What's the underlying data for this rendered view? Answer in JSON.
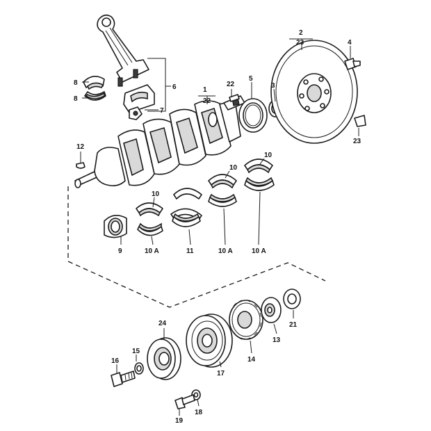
{
  "callouts": {
    "c1": "1",
    "c22a": "22",
    "c22b": "22",
    "c2": "2",
    "c23a": "23",
    "c4": "4",
    "c23b": "23",
    "c3": "3",
    "c5": "5",
    "c6": "6",
    "c7": "7",
    "c8a": "8",
    "c8b": "8",
    "c12": "12",
    "c10a": "10",
    "c10b": "10",
    "c10c": "10",
    "c9": "9",
    "c10A1": "10 A",
    "c11": "11",
    "c10A2": "10 A",
    "c10A3": "10 A",
    "c24": "24",
    "c21": "21",
    "c13": "13",
    "c14": "14",
    "c15": "15",
    "c16": "16",
    "c17": "17",
    "c18": "18",
    "c19": "19"
  }
}
